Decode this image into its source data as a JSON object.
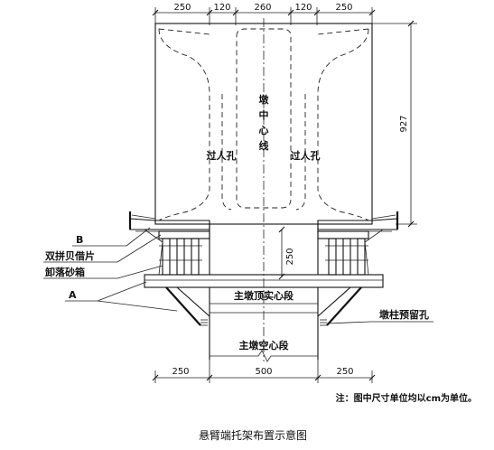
{
  "dimensions": {
    "top": [
      "250",
      "120",
      "260",
      "120",
      "250"
    ],
    "height": "927",
    "box_height": "250",
    "bottom": [
      "250",
      "500",
      "250"
    ]
  },
  "labels": {
    "pier_center_line": "墩中心线",
    "manhole_left": "过人孔",
    "manhole_right": "过人孔",
    "b": "B",
    "double_beam": "双拼贝借片",
    "sand_box": "卸落砂箱",
    "a": "A",
    "solid_segment": "主墩顶实心段",
    "reserved_hole": "墩柱预留孔",
    "hollow_segment": "主墩空心段"
  },
  "note": "注：图中尺寸单位均以cm为单位。",
  "caption": "悬臂端托架布置示意图"
}
